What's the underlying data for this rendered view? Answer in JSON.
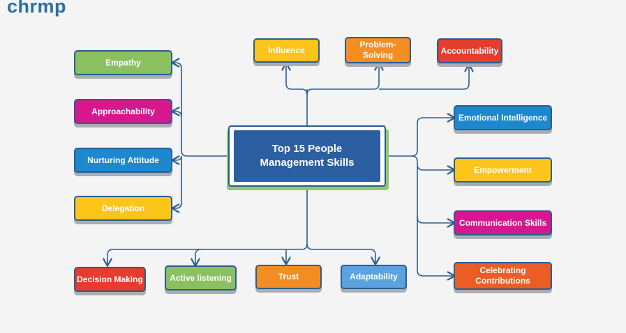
{
  "brand": {
    "logo": "chrmp"
  },
  "center": {
    "line1": "Top 15 People",
    "line2": "Management Skills"
  },
  "nodes": {
    "empathy": "Empathy",
    "approachability": "Approachability",
    "nurturing": "Nurturing Attitude",
    "delegation": "Delegation",
    "influence": "Influence",
    "problem1": "Problem-",
    "problem2": "Solving",
    "accountability": "Accountability",
    "emotional": "Emotional Intelligence",
    "empowerment": "Empowerment",
    "communication": "Communication Skills",
    "celebrating1": "Celebrating",
    "celebrating2": "Contributions",
    "decision": "Decision Making",
    "active": "Active listening",
    "trust": "Trust",
    "adaptability": "Adaptability"
  },
  "colors": {
    "green": "#8bc061",
    "magenta": "#d8178f",
    "blue": "#1e88cf",
    "yellow": "#fdc51a",
    "orange": "#f58d25",
    "red": "#e53c2d",
    "orange_red": "#ec5c25",
    "light_blue": "#5aa3e0",
    "connector": "#2a5d8f"
  }
}
